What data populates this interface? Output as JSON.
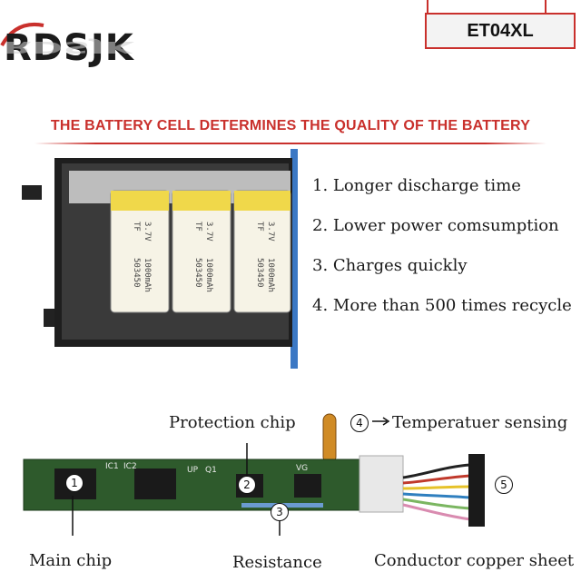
{
  "brand": {
    "logo_text": "RDSJK"
  },
  "model": "ET04XL",
  "headline": "THE BATTERY CELL DETERMINES THE QUALITY OF THE BATTERY",
  "battery_cells": [
    {
      "line1": "TF",
      "line2": "3.7V",
      "line3": "503450",
      "line4": "1000mAh"
    },
    {
      "line1": "TF",
      "line2": "3.7V",
      "line3": "503450",
      "line4": "1000mAh"
    },
    {
      "line1": "TF",
      "line2": "3.7V",
      "line3": "503450",
      "line4": "1000mAh"
    }
  ],
  "features": [
    "1. Longer discharge time",
    "2. Lower power comsumption",
    "3. Charges quickly",
    "4. More than 500 times recycle"
  ],
  "pcb": {
    "silkscreen": [
      "IC1",
      "IC2",
      "UP",
      "Q1",
      "VG"
    ],
    "markers": [
      "1",
      "2",
      "3",
      "4",
      "5"
    ],
    "labels": {
      "protection_chip": "Protection chip",
      "temperature": "Temperatuer sensing",
      "main_chip": "Main chip",
      "resistance": "Resistance",
      "conductor": "Conductor copper sheet"
    }
  },
  "colors": {
    "accent_red": "#c9302c",
    "pcb_green": "#2e5a2c",
    "cell_yellow": "#f0d84a",
    "frame_blue": "#3b78c4"
  }
}
